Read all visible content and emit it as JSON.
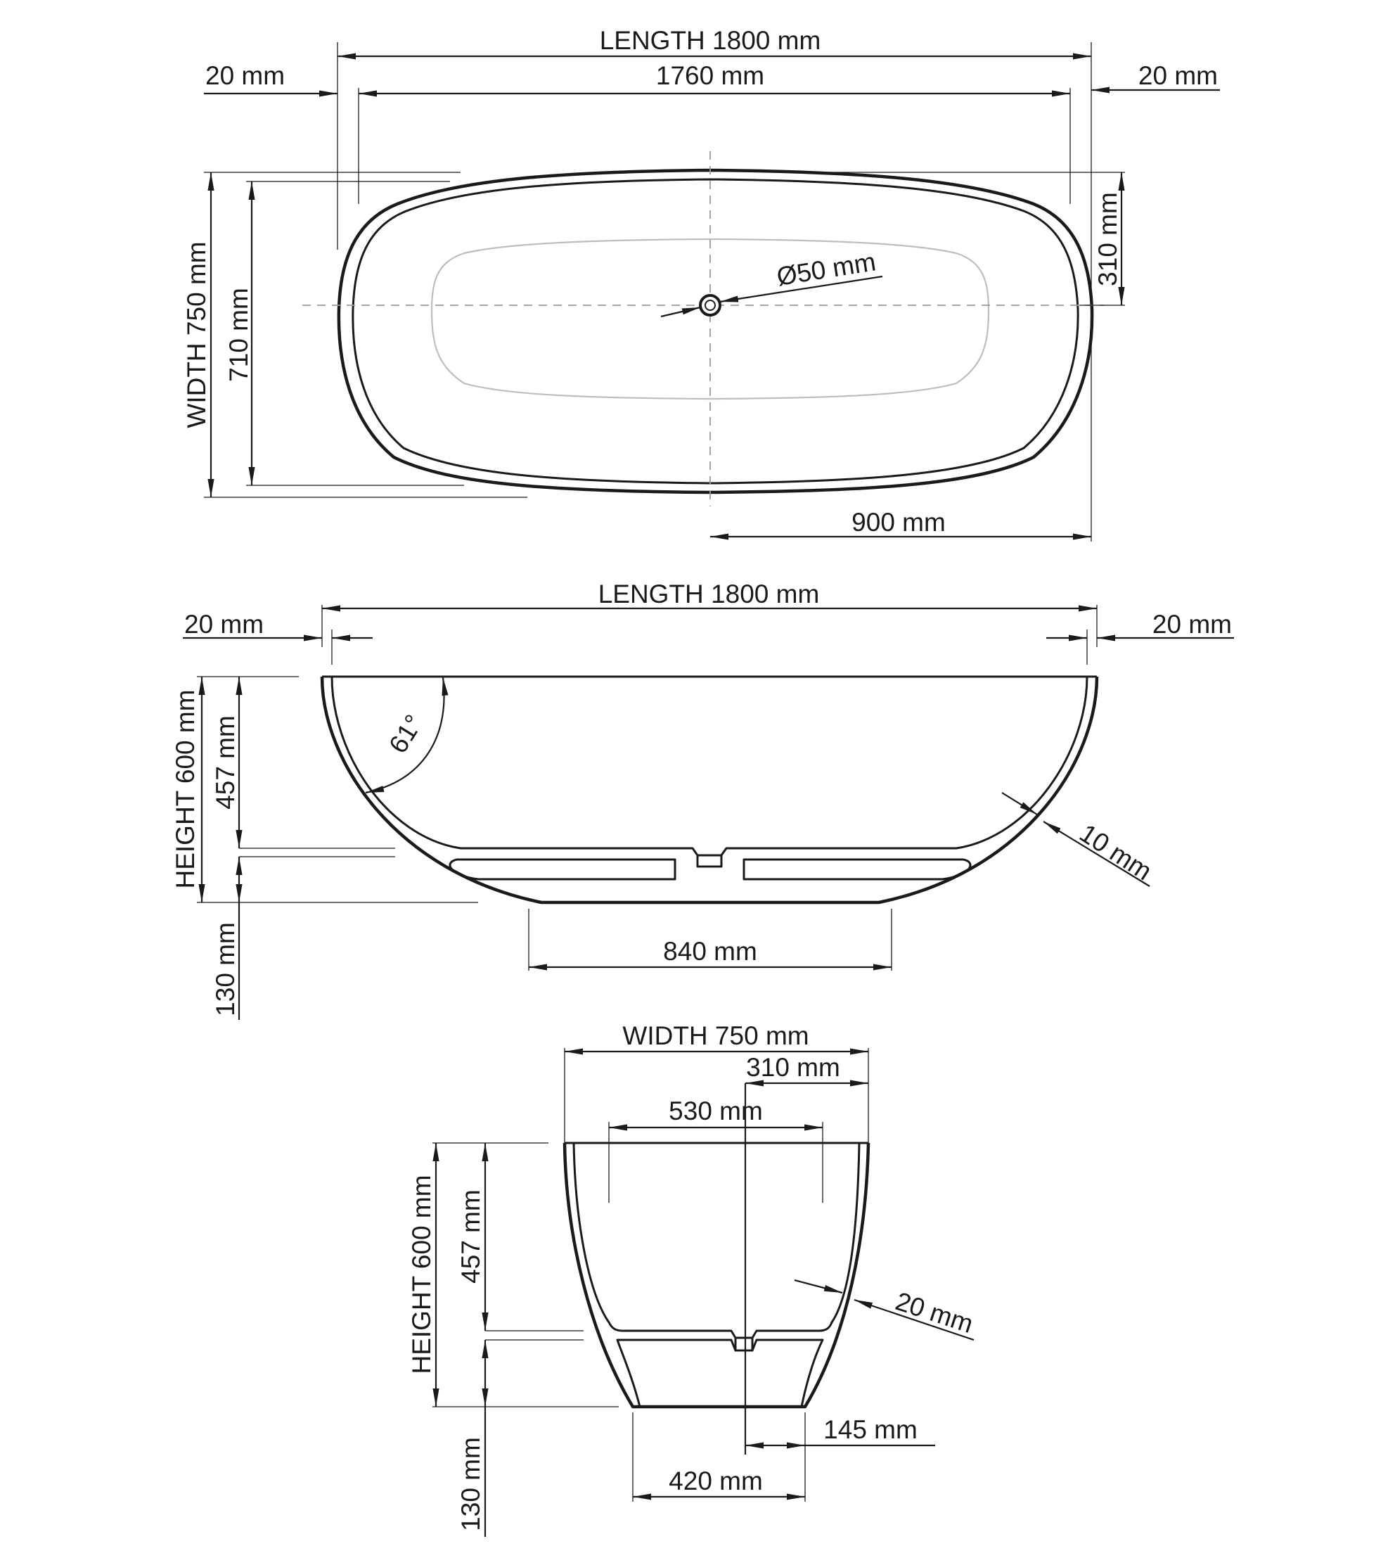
{
  "top_view": {
    "length": "LENGTH 1800 mm",
    "inner_length": "1760 mm",
    "rim_left": "20 mm",
    "rim_right": "20 mm",
    "width": "WIDTH 750 mm",
    "inner_width": "710 mm",
    "drain_offset": "310 mm",
    "drain_diameter": "Ø50 mm",
    "half_length": "900 mm"
  },
  "side_view": {
    "length": "LENGTH 1800 mm",
    "rim_left": "20 mm",
    "rim_right": "20 mm",
    "height": "HEIGHT 600 mm",
    "depth": "457 mm",
    "base_height": "130 mm",
    "angle": "61°",
    "wall": "10 mm",
    "base_length": "840 mm"
  },
  "end_view": {
    "width": "WIDTH 750 mm",
    "drain_offset": "310 mm",
    "inner_width": "530 mm",
    "height": "HEIGHT 600 mm",
    "depth": "457 mm",
    "base_height": "130 mm",
    "wall": "20 mm",
    "drain_to_base": "145 mm",
    "base_width": "420 mm"
  }
}
